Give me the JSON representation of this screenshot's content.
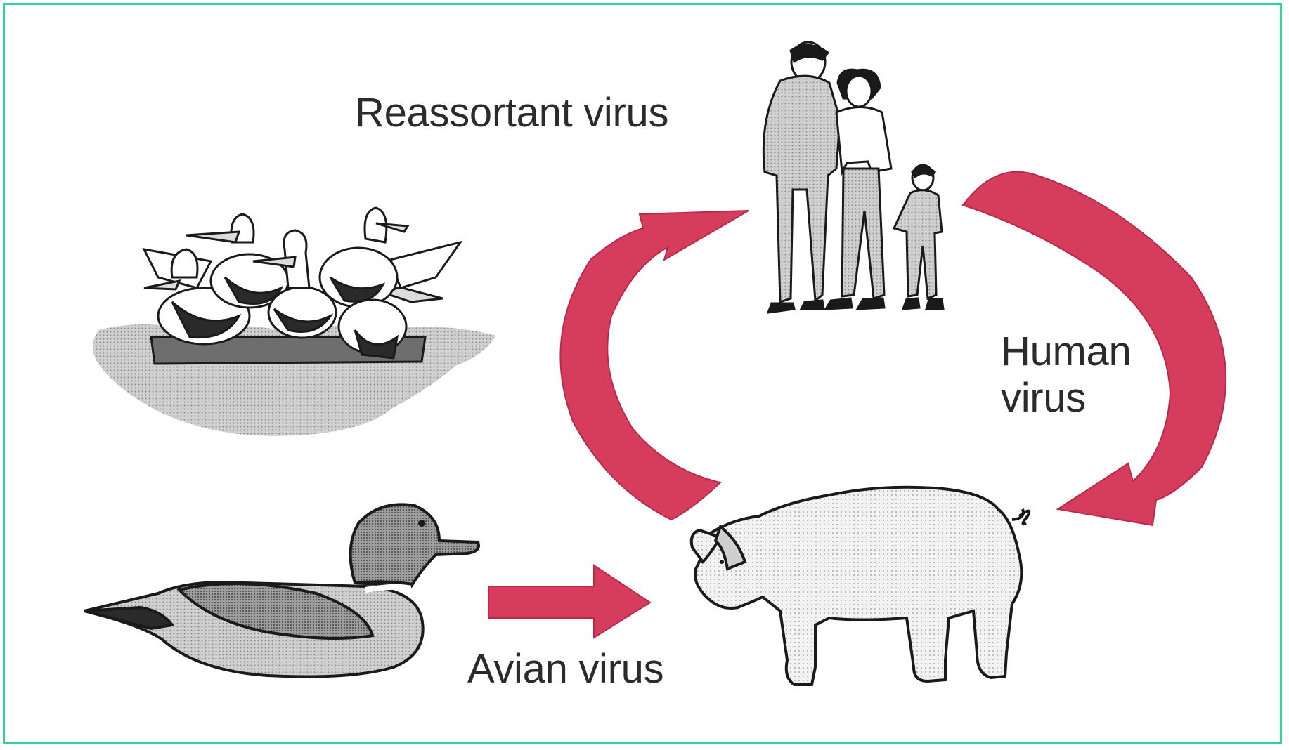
{
  "labels": {
    "reassortant": "Reassortant virus",
    "human_line1": "Human",
    "human_line2": "virus",
    "avian": "Avian virus"
  },
  "colors": {
    "frame": "#2fd39a",
    "arrow": "#d63c5c",
    "text": "#2b2b2b",
    "grey_fill": "#bdbdbd",
    "light_fill": "#dcdcdc",
    "outline": "#1a1a1a"
  },
  "icons": [
    "seabirds-on-water",
    "mallard-duck",
    "human-family",
    "pig"
  ]
}
